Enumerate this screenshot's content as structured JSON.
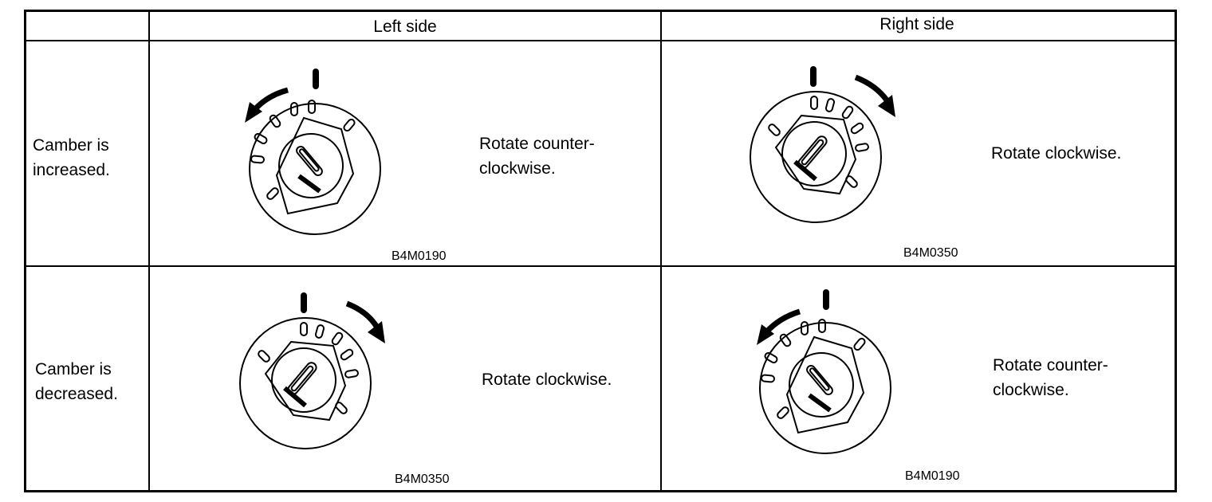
{
  "header": {
    "left_side": "Left side",
    "right_side": "Right side"
  },
  "rows": [
    {
      "label_line1": "Camber is",
      "label_line2": "increased."
    },
    {
      "label_line1": "Camber is",
      "label_line2": "decreased."
    }
  ],
  "cells": {
    "r1_left": {
      "instruction_line1": "Rotate counter-",
      "instruction_line2": "clockwise.",
      "code": "B4M0190",
      "icon": "dial-counterclockwise-icon"
    },
    "r1_right": {
      "instruction_line1": "Rotate clockwise.",
      "instruction_line2": "",
      "code": "B4M0350",
      "icon": "dial-clockwise-icon"
    },
    "r2_left": {
      "instruction_line1": "Rotate clockwise.",
      "instruction_line2": "",
      "code": "B4M0350",
      "icon": "dial-clockwise-icon"
    },
    "r2_right": {
      "instruction_line1": "Rotate counter-",
      "instruction_line2": "clockwise.",
      "code": "B4M0190",
      "icon": "dial-counterclockwise-icon"
    }
  }
}
